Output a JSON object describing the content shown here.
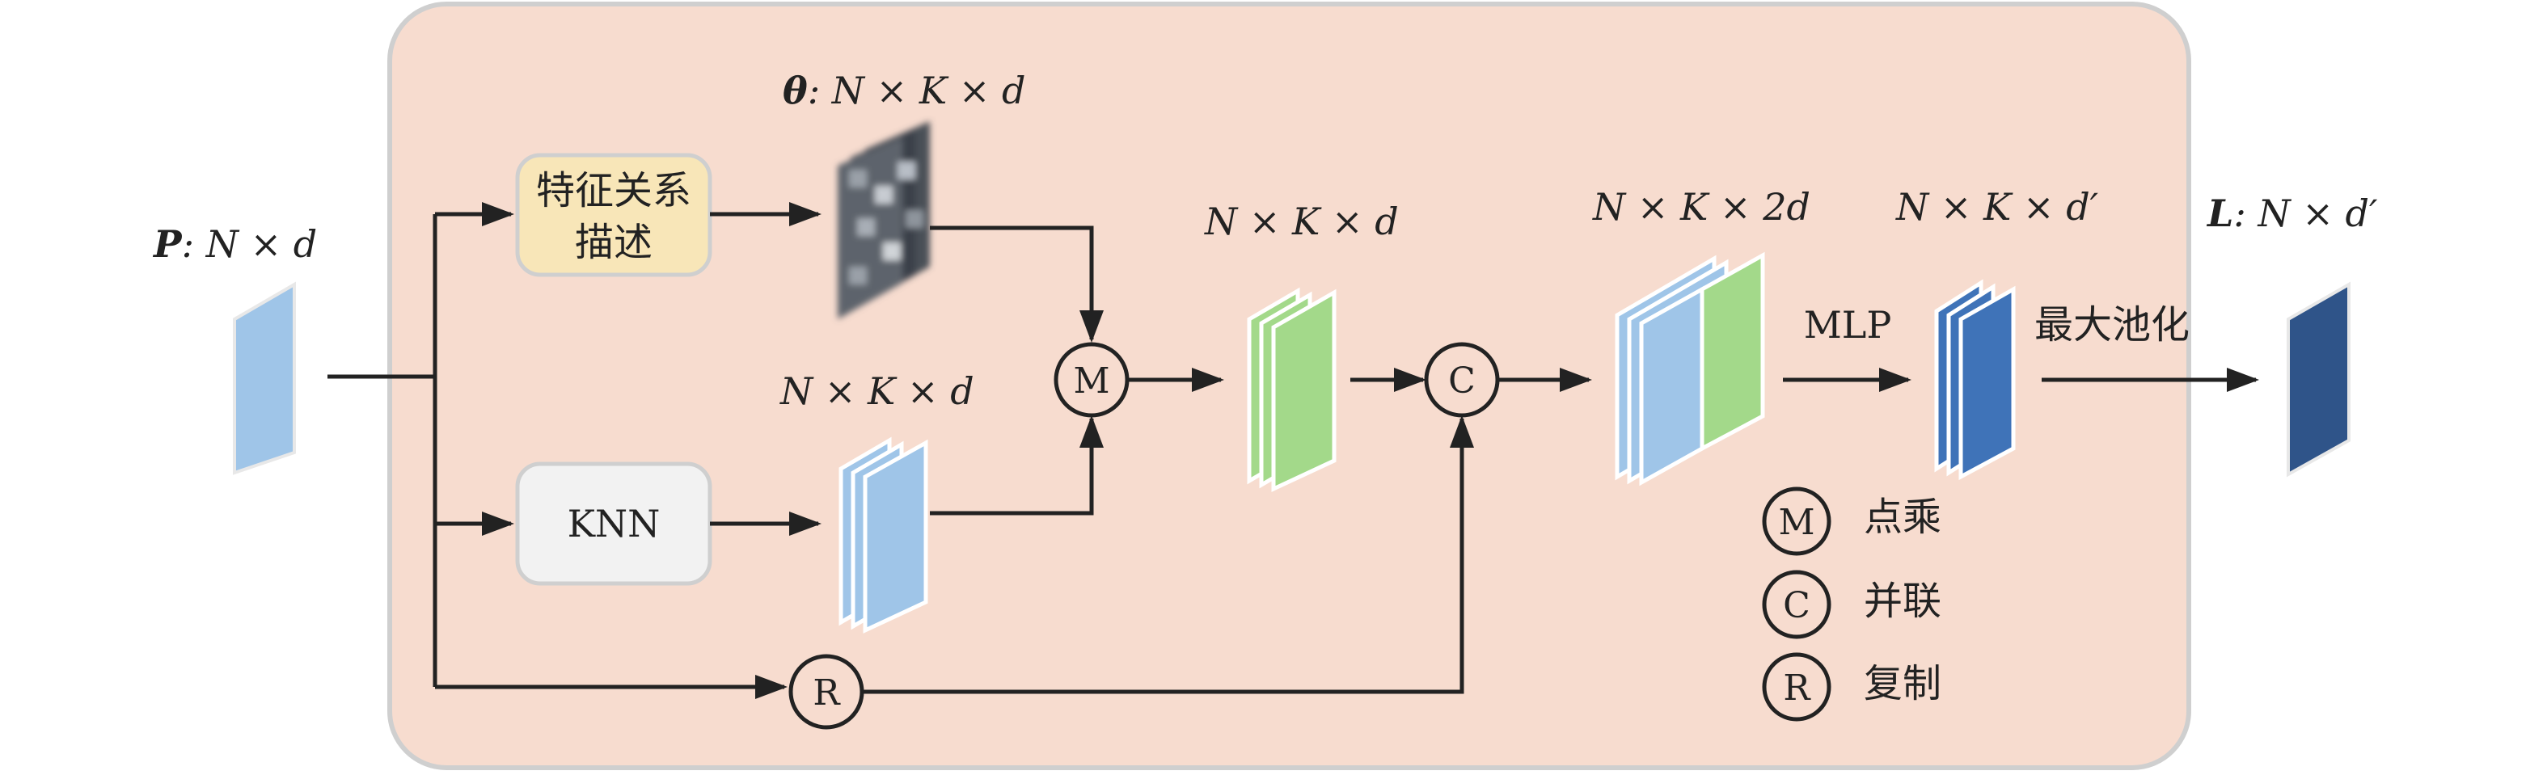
{
  "input": {
    "label_var": "P",
    "label_rest": ": N × d"
  },
  "theta": {
    "label_var": "θ",
    "label_rest": ": N × K × d"
  },
  "feature_box": {
    "line1": "特征关系",
    "line2": "描述"
  },
  "knn_box": {
    "label": "KNN"
  },
  "knn_out": {
    "label": "N × K × d"
  },
  "mult_out": {
    "label": "N × K × d"
  },
  "concat_out": {
    "label": "N × K × 2d"
  },
  "mlp_out": {
    "label": "N × K × d′"
  },
  "output": {
    "label_var": "L",
    "label_rest": ": N × d′"
  },
  "mlp": {
    "label": "MLP"
  },
  "maxpool": {
    "label": "最大池化"
  },
  "ops": {
    "multiply": "M",
    "concat": "C",
    "replicate": "R"
  },
  "legend": [
    {
      "symbol": "M",
      "text": "点乘"
    },
    {
      "symbol": "C",
      "text": "并联"
    },
    {
      "symbol": "R",
      "text": "复制"
    }
  ],
  "colors": {
    "panel_fill": "#f7dccf",
    "panel_stroke": "#cfcfcf",
    "feature_box_fill": "#f8e6b8",
    "knn_box_fill": "#f2f2f2",
    "light_blue": "#9fc5e8",
    "green": "#a3d98a",
    "mid_blue": "#3f73b8",
    "dark_blue": "#2f5489"
  }
}
